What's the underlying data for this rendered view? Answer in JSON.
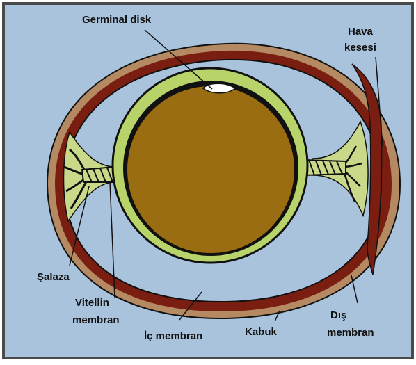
{
  "diagram": {
    "labels": {
      "germinal_disk": "Germinal disk",
      "air_sac_line1": "Hava",
      "air_sac_line2": "kesesi",
      "chalaza": "Şalaza",
      "vitelline_line1": "Vitellin",
      "vitelline_line2": "membran",
      "inner_membrane": "İç membran",
      "shell": "Kabuk",
      "outer_membrane_line1": "Dış",
      "outer_membrane_line2": "membran"
    },
    "colors": {
      "background": "#a9c3dc",
      "frame": "#4a4a4a",
      "shell": "#b58a62",
      "inner_band": "#7a1e12",
      "albumen_edge": "#c9d98a",
      "vitelline": "#b8d36a",
      "yolk": "#9a6d12",
      "outline": "#111111"
    }
  }
}
